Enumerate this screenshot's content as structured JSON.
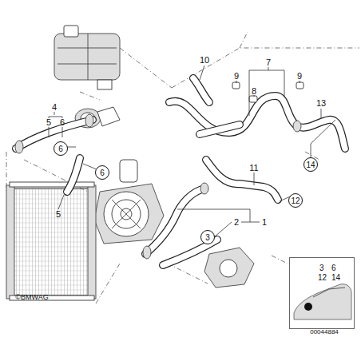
{
  "diagram": {
    "nodes": [
      {
        "text": [
          "6"
        ]
      },
      {
        "text": [
          "14"
        ]
      },
      {
        "text": [
          "6"
        ]
      },
      {
        "text": [
          "12"
        ]
      },
      {
        "text": [
          "3"
        ]
      },
      {
        "text": [
          "3",
          "6",
          "12",
          "14"
        ]
      }
    ],
    "labels": [
      "10",
      "7",
      "9",
      "9",
      "8",
      "4",
      "13",
      "5",
      "6",
      "11",
      "5",
      "2",
      "1",
      "©BMWAG",
      "00044884"
    ]
  }
}
